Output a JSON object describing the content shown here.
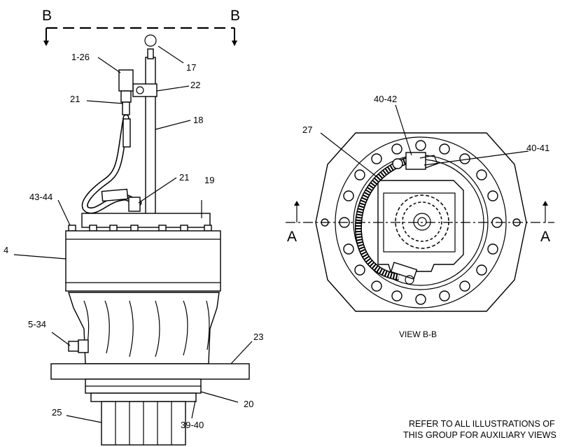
{
  "section_b": {
    "left": "B",
    "right": "B"
  },
  "section_a": {
    "left": "A",
    "right": "A"
  },
  "callouts": {
    "c1_26": "1-26",
    "c17": "17",
    "c22": "22",
    "c21a": "21",
    "c18": "18",
    "c21b": "21",
    "c19": "19",
    "c43_44": "43-44",
    "c4": "4",
    "c5_34": "5-34",
    "c23": "23",
    "c20": "20",
    "c25": "25",
    "c39_40": "39-40",
    "c40_42": "40-42",
    "c27": "27",
    "c40_41": "40-41"
  },
  "view_caption": "VIEW B-B",
  "note": {
    "line1": "REFER TO ALL ILLUSTRATIONS OF",
    "line2": "THIS GROUP FOR AUXILIARY VIEWS"
  }
}
